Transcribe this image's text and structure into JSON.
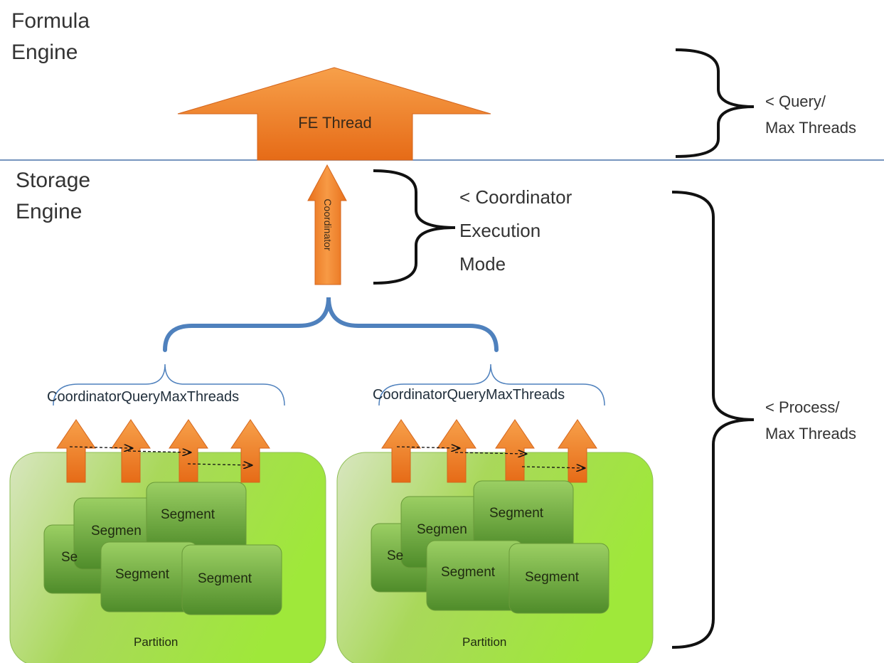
{
  "layers": {
    "formula_engine": {
      "line1": "Formula",
      "line2": "Engine"
    },
    "storage_engine": {
      "line1": "Storage",
      "line2": "Engine"
    }
  },
  "fe_thread_label": "FE Thread",
  "coordinator_label": "Coordinator",
  "annotations": {
    "query_max_threads": {
      "line1": "< Query/",
      "line2": "Max Threads"
    },
    "coordinator_execution_mode": {
      "line1": "< Coordinator",
      "line2": "Execution",
      "line3": "Mode"
    },
    "process_max_threads": {
      "line1": "< Process/",
      "line2": "Max Threads"
    }
  },
  "groups": [
    {
      "caption": "CoordinatorQueryMaxThreads",
      "segments": [
        "Se",
        "Segmen",
        "Segment",
        "Segment",
        "Segment"
      ],
      "partition_label": "Partition"
    },
    {
      "caption": "CoordinatorQueryMaxThreads",
      "segments": [
        "Se",
        "Segmen",
        "Segment",
        "Segment",
        "Segment"
      ],
      "partition_label": "Partition"
    }
  ],
  "colors": {
    "arrow_orange": "#f07e26",
    "arrow_orange_dark": "#d2621a",
    "partition_green": "#a8e04a",
    "segment_green": "#6aa53a",
    "divider_blue": "#4a72a8",
    "brace_blue": "#4f81bd"
  }
}
